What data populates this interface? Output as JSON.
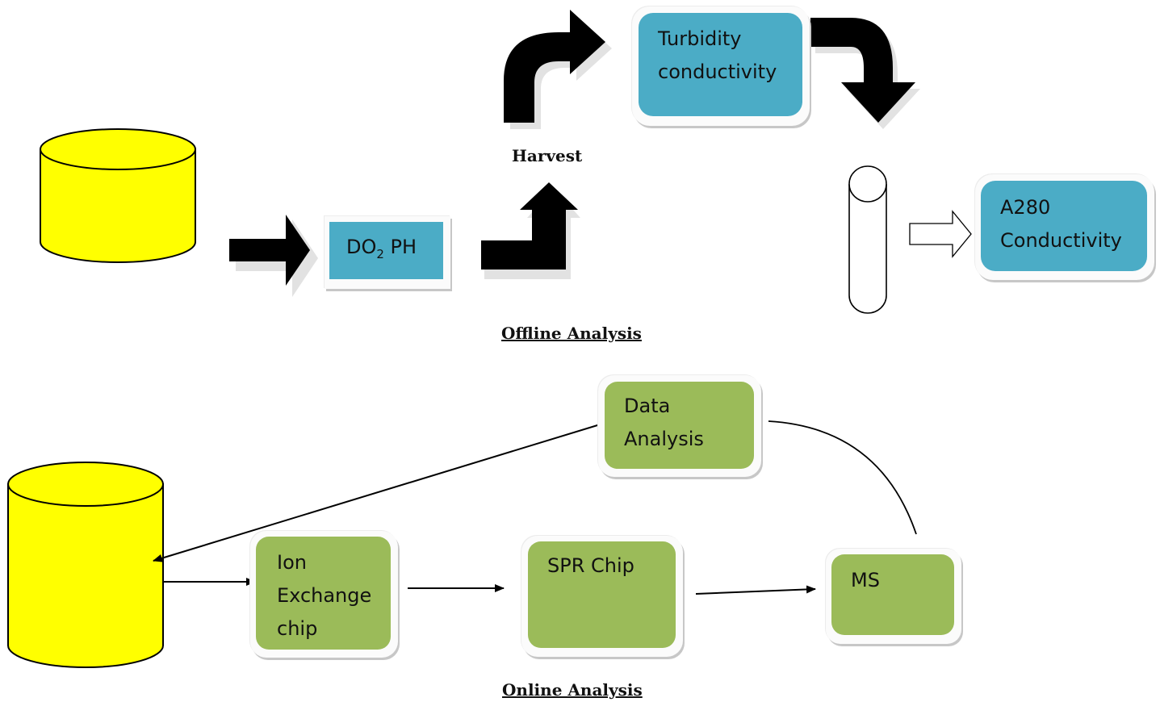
{
  "offline": {
    "title": "Offline Analysis",
    "harvest_label": "Harvest",
    "do2_ph_box": {
      "prefix": "DO",
      "sub": "2",
      "suffix": " PH"
    },
    "turbidity_box": {
      "line1": "Turbidity",
      "line2": "conductivity"
    },
    "a280_box": {
      "line1": "A280",
      "line2": "Conductivity"
    }
  },
  "online": {
    "title": "Online Analysis",
    "data_analysis_box": {
      "line1": "Data",
      "line2": "Analysis"
    },
    "ion_exchange_box": {
      "line1": "Ion",
      "line2": "Exchange",
      "line3": "chip"
    },
    "spr_chip_box": {
      "line1": "SPR Chip"
    },
    "ms_box": {
      "line1": "MS"
    }
  },
  "colors": {
    "cylinder_fill": "#ffff00",
    "blue_box": "#4bacc6",
    "green_box": "#9bbb59",
    "arrow_fill": "#000000"
  }
}
